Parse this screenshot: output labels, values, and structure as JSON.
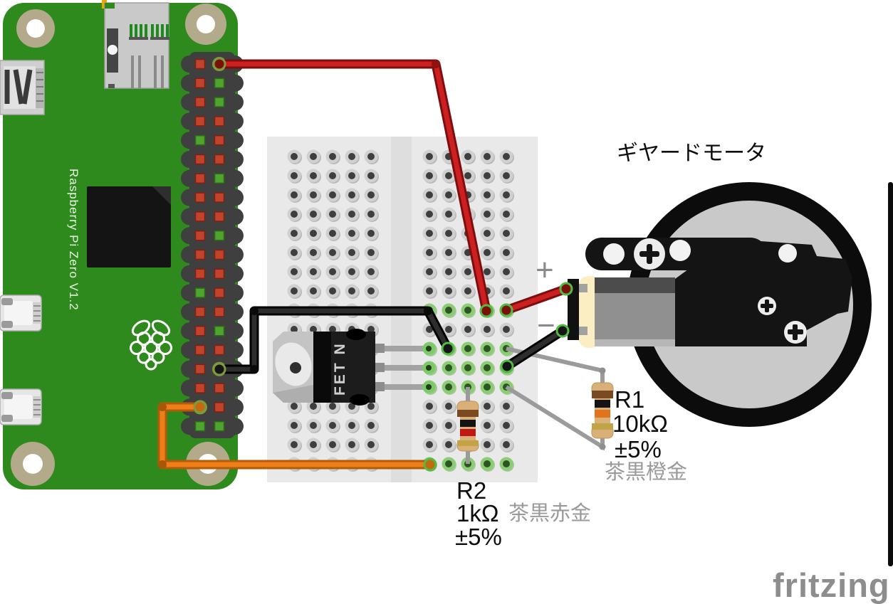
{
  "motor": {
    "label": "ギヤードモータ",
    "plus_label": "+",
    "minus_label": "−"
  },
  "raspberry_pi": {
    "silkscreen": "Raspberry Pi Zero V1.2",
    "header_pins": [
      [
        "r",
        "H"
      ],
      [
        "r",
        "g"
      ],
      [
        "r",
        "g"
      ],
      [
        "r",
        "r"
      ],
      [
        "g",
        "r"
      ],
      [
        "r",
        "r"
      ],
      [
        "r",
        "g"
      ],
      [
        "r",
        "r"
      ],
      [
        "r",
        "r"
      ],
      [
        "r",
        "g"
      ],
      [
        "r",
        "r"
      ],
      [
        "r",
        "r"
      ],
      [
        "g",
        "r"
      ],
      [
        "r",
        "r"
      ],
      [
        "r",
        "g"
      ],
      [
        "r",
        "r"
      ],
      [
        "r",
        "B"
      ],
      [
        "r",
        "r"
      ],
      [
        "O",
        "r"
      ],
      [
        "g",
        "g"
      ]
    ]
  },
  "breadboard": {
    "highlighted_rows": [
      8,
      10,
      11,
      12,
      16
    ]
  },
  "fet": {
    "label": "FET N"
  },
  "resistors": [
    {
      "id": "R1",
      "value": "10kΩ",
      "tolerance": "±5%",
      "color_code": "茶黒橙金",
      "band_colors": [
        "#7a4a22",
        "#141414",
        "#e2731d",
        "#c2a348"
      ]
    },
    {
      "id": "R2",
      "value": "1kΩ",
      "tolerance": "±5%",
      "color_code": "茶黒赤金",
      "band_colors": [
        "#7a4a22",
        "#141414",
        "#c01616",
        "#c2a348"
      ]
    }
  ],
  "watermark": "fritzing",
  "colors": {
    "pcb_green": "#2f8a1e",
    "header_dark": "#3f3f3f",
    "pin_red": "#c2432b",
    "pin_green": "#4fa32f",
    "wire_red": "#cc2020",
    "wire_black": "#1a1a1a",
    "wire_orange": "#ef7e18",
    "lead_gray": "#9b9b9b",
    "breadboard_gray": "#e9e9e9",
    "hole_green_ring": "#8bcc74",
    "hole_green_center": "#2c5523",
    "hole_ring": "#d0d0d0",
    "hole_center": "#3e3e3e",
    "hole_shadow": "#b9b9b9",
    "hole_green_shadow": "#a4c996",
    "connect_ring": "#54bb42",
    "resistor_body": "#d9b077",
    "wheel_gray": "#c9c9c9"
  }
}
